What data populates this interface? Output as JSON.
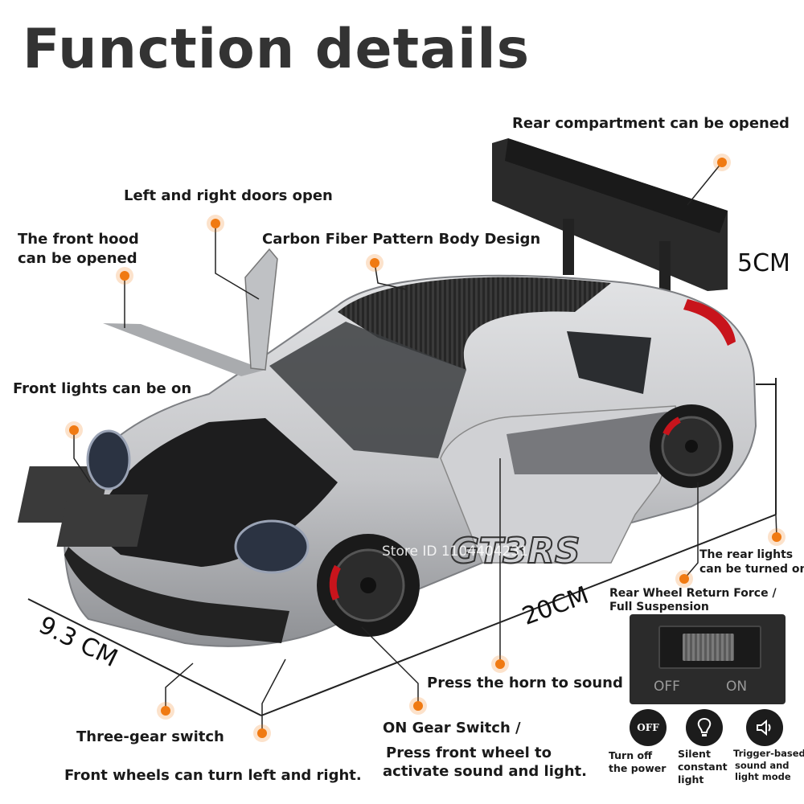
{
  "title": "Function details",
  "labels": {
    "rear_compartment": "Rear compartment can be opened",
    "doors": "Left and right doors open",
    "hood_line1": "The front hood",
    "hood_line2": "can be opened",
    "carbon": "Carbon Fiber Pattern Body Design",
    "front_lights": "Front lights can be on",
    "rear_lights_line1": "The rear lights",
    "rear_lights_line2": "can be turned on",
    "rear_wheel_line1": "Rear Wheel Return Force /",
    "rear_wheel_line2": "Full Suspension",
    "horn": "Press the horn to sound",
    "three_gear": "Three-gear switch",
    "on_gear_line1": "ON Gear Switch /",
    "on_gear_line2": "Press front wheel to",
    "on_gear_line3": "activate sound and light.",
    "front_wheels": "Front wheels can turn left and right."
  },
  "dimensions": {
    "height": "5CM",
    "length": "20CM",
    "width": "9.3 CM"
  },
  "watermark": "Store ID 1104404231",
  "switch": {
    "off_label": "OFF",
    "on_label": "ON",
    "off_icon_text": "OFF",
    "modes": [
      {
        "line1": "Turn off",
        "line2": "the power",
        "line3": ""
      },
      {
        "line1": "Silent",
        "line2": "constant",
        "line3": "light"
      },
      {
        "line1": "Trigger-based",
        "line2": "sound and",
        "line3": "light mode"
      }
    ]
  },
  "colors": {
    "accent": "#f07a12",
    "car_body": "#c9cacc",
    "carbon": "#2e2e2e",
    "brake": "#c8141c"
  }
}
